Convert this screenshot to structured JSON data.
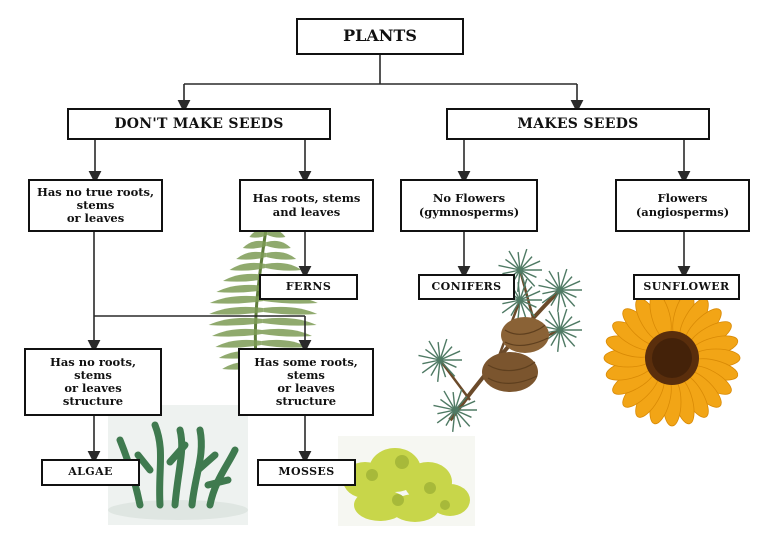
{
  "nodes": {
    "root": "PLANTS",
    "no_seeds": "DON'T MAKE SEEDS",
    "seeds": "MAKES SEEDS",
    "no_true_roots": [
      "Has no true roots,",
      "stems",
      "or leaves"
    ],
    "has_roots": [
      "Has roots, stems",
      "and leaves"
    ],
    "no_flowers": [
      "No Flowers",
      "(gymnosperms)"
    ],
    "flowers": [
      "Flowers",
      "(angiosperms)"
    ],
    "ferns": "FERNS",
    "conifers": "CONIFERS",
    "sunflower": "SUNFLOWER",
    "no_roots_structure": [
      "Has no roots,",
      "stems",
      "or leaves",
      "structure"
    ],
    "some_roots_structure": [
      "Has some roots,",
      "stems",
      "or leaves",
      "structure"
    ],
    "algae": "ALGAE",
    "mosses": "MOSSES"
  },
  "colors": {
    "line": "#2a2a2a",
    "fern": "#6f8f4a",
    "sunflower_petal": "#f2a516",
    "sunflower_center": "#5a2e0c",
    "moss": "#c8d64a",
    "algae": "#3f7a4f",
    "pine_needle": "#4f7a64",
    "pine_cone": "#8a6236"
  },
  "images": [
    "fern-image",
    "conifer-branch-image",
    "sunflower-image",
    "algae-image",
    "moss-image"
  ]
}
